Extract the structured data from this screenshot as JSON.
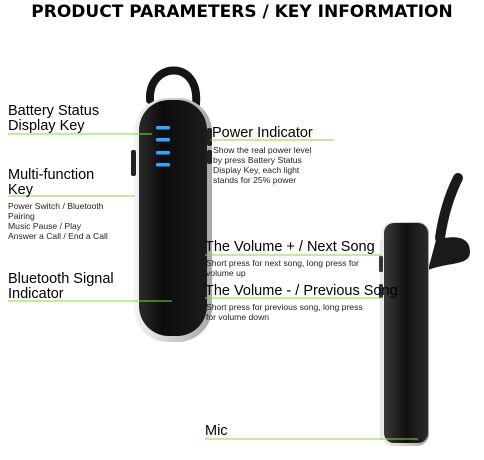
{
  "title": "PRODUCT PARAMETERS / KEY INFORMATION",
  "labels": {
    "battery": [
      "Battery Status",
      "Display Key"
    ],
    "multifunction": [
      "Multi-function",
      "Key"
    ],
    "multifunction_desc": [
      "Power Switch / Bluetooth",
      "Pairing",
      "Music Pause / Play",
      "Answer a Call / End a Call"
    ],
    "bt_indicator": [
      "Bluetooth Signal",
      "Indicator"
    ],
    "power": "Power Indicator",
    "power_desc": [
      "Show the real power level",
      "by press Battery Status",
      "Display Key, each light",
      "stands for 25% power"
    ],
    "vol_up": "The Volume + / Next Song",
    "vol_up_desc": [
      "Short press for next song, long press for",
      "volume up"
    ],
    "vol_down": "The Volume - / Previous Song",
    "vol_down_desc": [
      "Short press for previous song, long press",
      "for volume down"
    ],
    "mic": "Mic"
  },
  "colors": {
    "callout_line": "#7ddc3a",
    "led_blue": "#2fa8ff",
    "device_body": "#101010",
    "device_trim": "#d9d9d9"
  }
}
